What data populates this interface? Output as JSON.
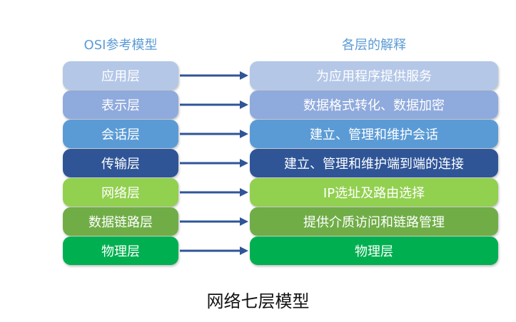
{
  "left_header": "OSI参考模型",
  "right_header": "各层的解释",
  "layers": [
    {
      "name": "应用层",
      "desc": "为应用程序提供服务",
      "color": "#b4c7e7"
    },
    {
      "name": "表示层",
      "desc": "数据格式转化、数据加密",
      "color": "#8faadc"
    },
    {
      "name": "会话层",
      "desc": "建立、管理和维护会话",
      "color": "#5b9bd5"
    },
    {
      "name": "传输层",
      "desc": "建立、管理和维护端到端的连接",
      "color": "#2f5597"
    },
    {
      "name": "网络层",
      "desc": "IP选址及路由选择",
      "color": "#92d050"
    },
    {
      "name": "数据链路层",
      "desc": "提供介质访问和链路管理",
      "color": "#70ad47"
    },
    {
      "name": "物理层",
      "desc": "物理层",
      "color": "#00b050"
    }
  ],
  "arrow_color": "#2f5597",
  "caption": "网络七层模型"
}
